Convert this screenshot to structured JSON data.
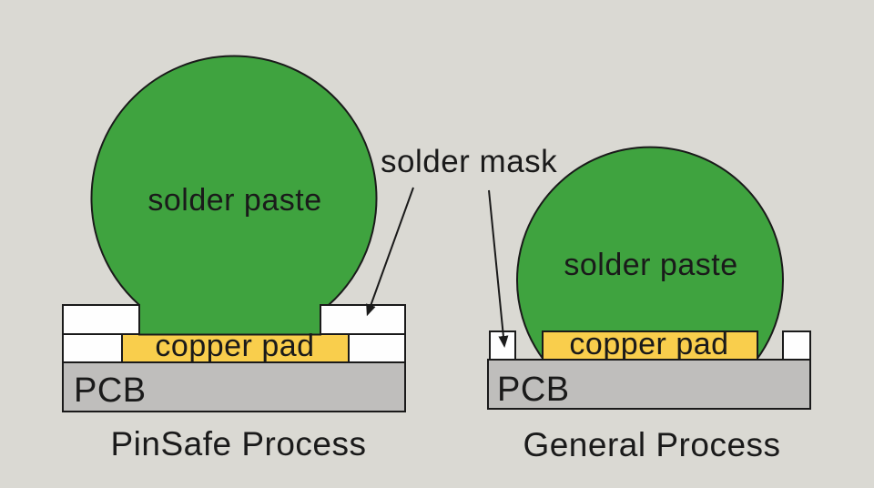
{
  "colors": {
    "background": "#DAD9D3",
    "paste": "#3FA33F",
    "pad": "#F9CE4C",
    "pcb": "#BFBEBC",
    "mask": "#FEFEFE",
    "line": "#1A1A1A",
    "text": "#1A1A1A"
  },
  "labels": {
    "solder_mask": "solder mask",
    "left": {
      "solder_paste": "solder paste",
      "copper_pad": "copper pad",
      "pcb": "PCB",
      "caption": "PinSafe Process"
    },
    "right": {
      "solder_paste": "solder paste",
      "copper_pad": "copper pad",
      "pcb": "PCB",
      "caption": "General Process"
    }
  }
}
